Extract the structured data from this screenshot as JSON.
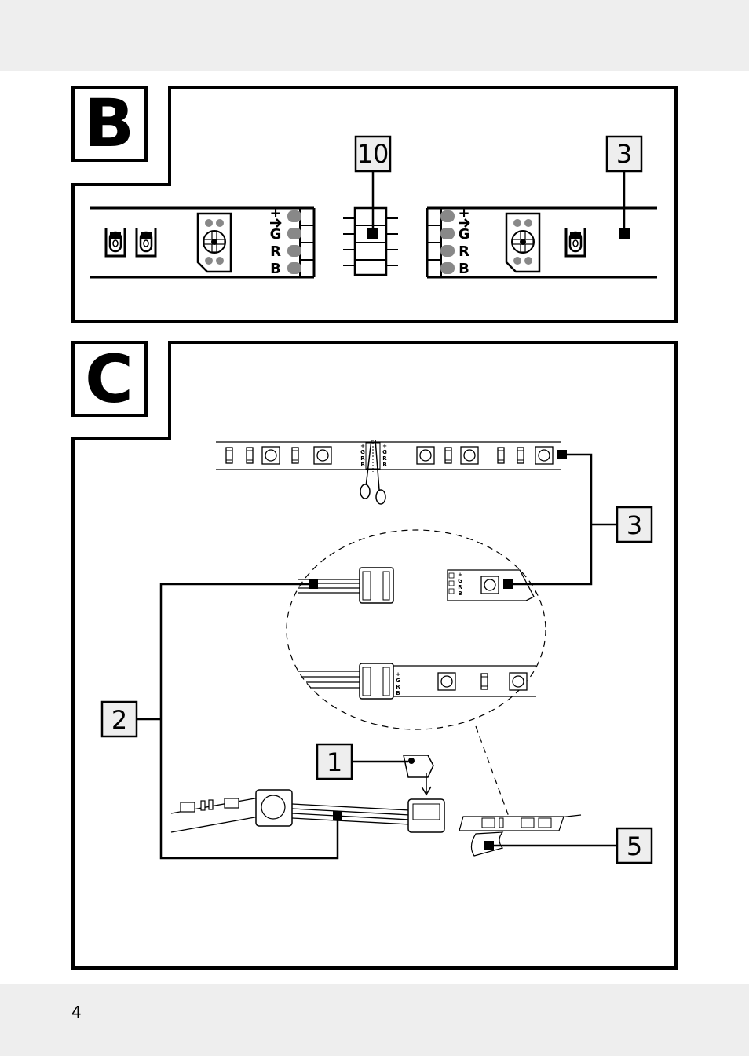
{
  "page_number": "4",
  "panel_b": {
    "label": "B",
    "callouts": [
      "10",
      "3"
    ],
    "pins": [
      "+",
      "G",
      "R",
      "B"
    ]
  },
  "panel_c": {
    "label": "C",
    "callouts": [
      "3",
      "2",
      "1",
      "5"
    ],
    "pins": [
      "+",
      "G",
      "R",
      "B"
    ]
  },
  "colors": {
    "line": "#000000",
    "callout_fill": "#eeeeee",
    "band": "#eeeeee",
    "pad": "#888888"
  }
}
